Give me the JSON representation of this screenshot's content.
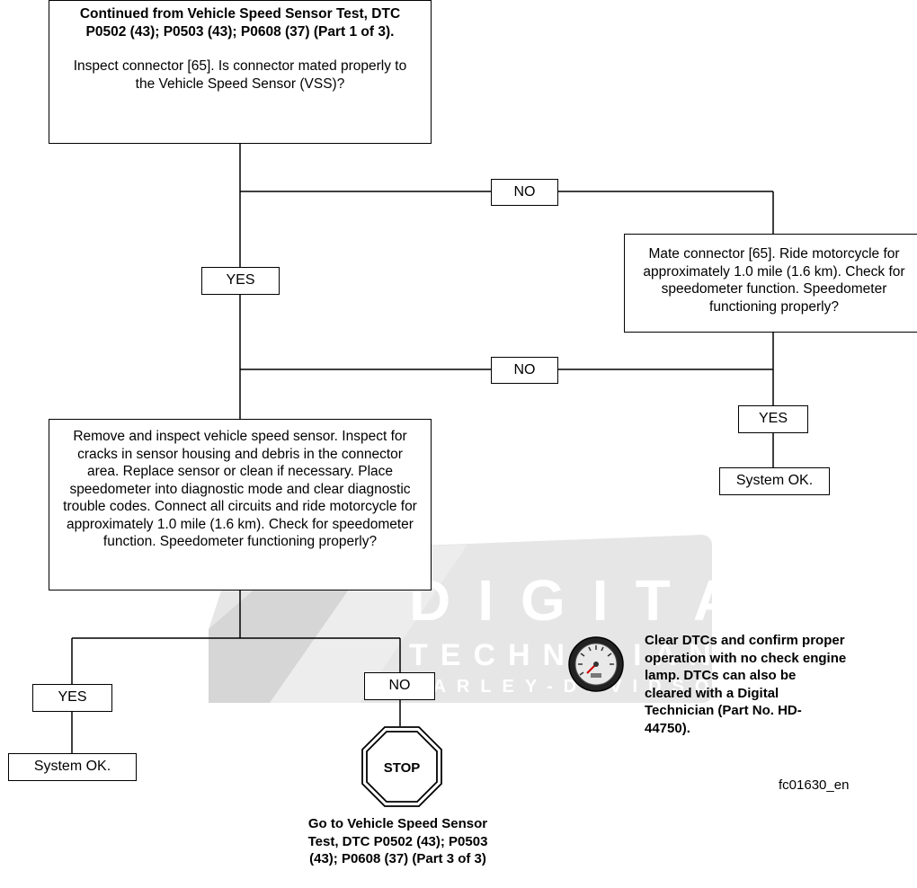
{
  "start": {
    "title": "Continued from Vehicle Speed Sensor Test, DTC P0502 (43); P0503 (43); P0608 (37) (Part 1 of 3).",
    "body": "Inspect connector [65]. Is connector mated properly to the Vehicle Speed Sensor (VSS)?"
  },
  "labels": {
    "no_top": "NO",
    "yes_left": "YES",
    "no_middle": "NO",
    "yes_right": "YES",
    "yes_bottom": "YES",
    "no_bottom": "NO"
  },
  "mate_box": "Mate connector [65]. Ride motorcycle for approximately 1.0 mile (1.6 km). Check for speedometer function. Speedometer functioning properly?",
  "inspect_box": "Remove and inspect vehicle speed sensor. Inspect for cracks in sensor housing and debris in the connector area. Replace sensor or clean if necessary. Place speedometer into diagnostic mode and clear diagnostic trouble codes. Connect all circuits and ride motorcycle for approximately 1.0 mile (1.6 km). Check for speedometer function. Speedometer functioning properly?",
  "ok_right": "System OK.",
  "ok_left": "System OK.",
  "stop_sign": "STOP",
  "goto_text": "Go to Vehicle Speed Sensor Test, DTC P0502 (43); P0503 (43); P0608 (37) (Part 3 of 3)",
  "note_text": "Clear DTCs and confirm proper operation with no check engine lamp. DTCs can also be cleared with a Digital Technician (Part No. HD-44750).",
  "watermark": {
    "word1": "DIGITAL",
    "word2": "TECHNICIAN II",
    "word3": "HARLEY-DAVIDSON",
    "color": "#d4d4d4"
  },
  "figure_id": "fc01630_en",
  "icons": [
    "speedometer-icon",
    "stop-sign-icon"
  ]
}
